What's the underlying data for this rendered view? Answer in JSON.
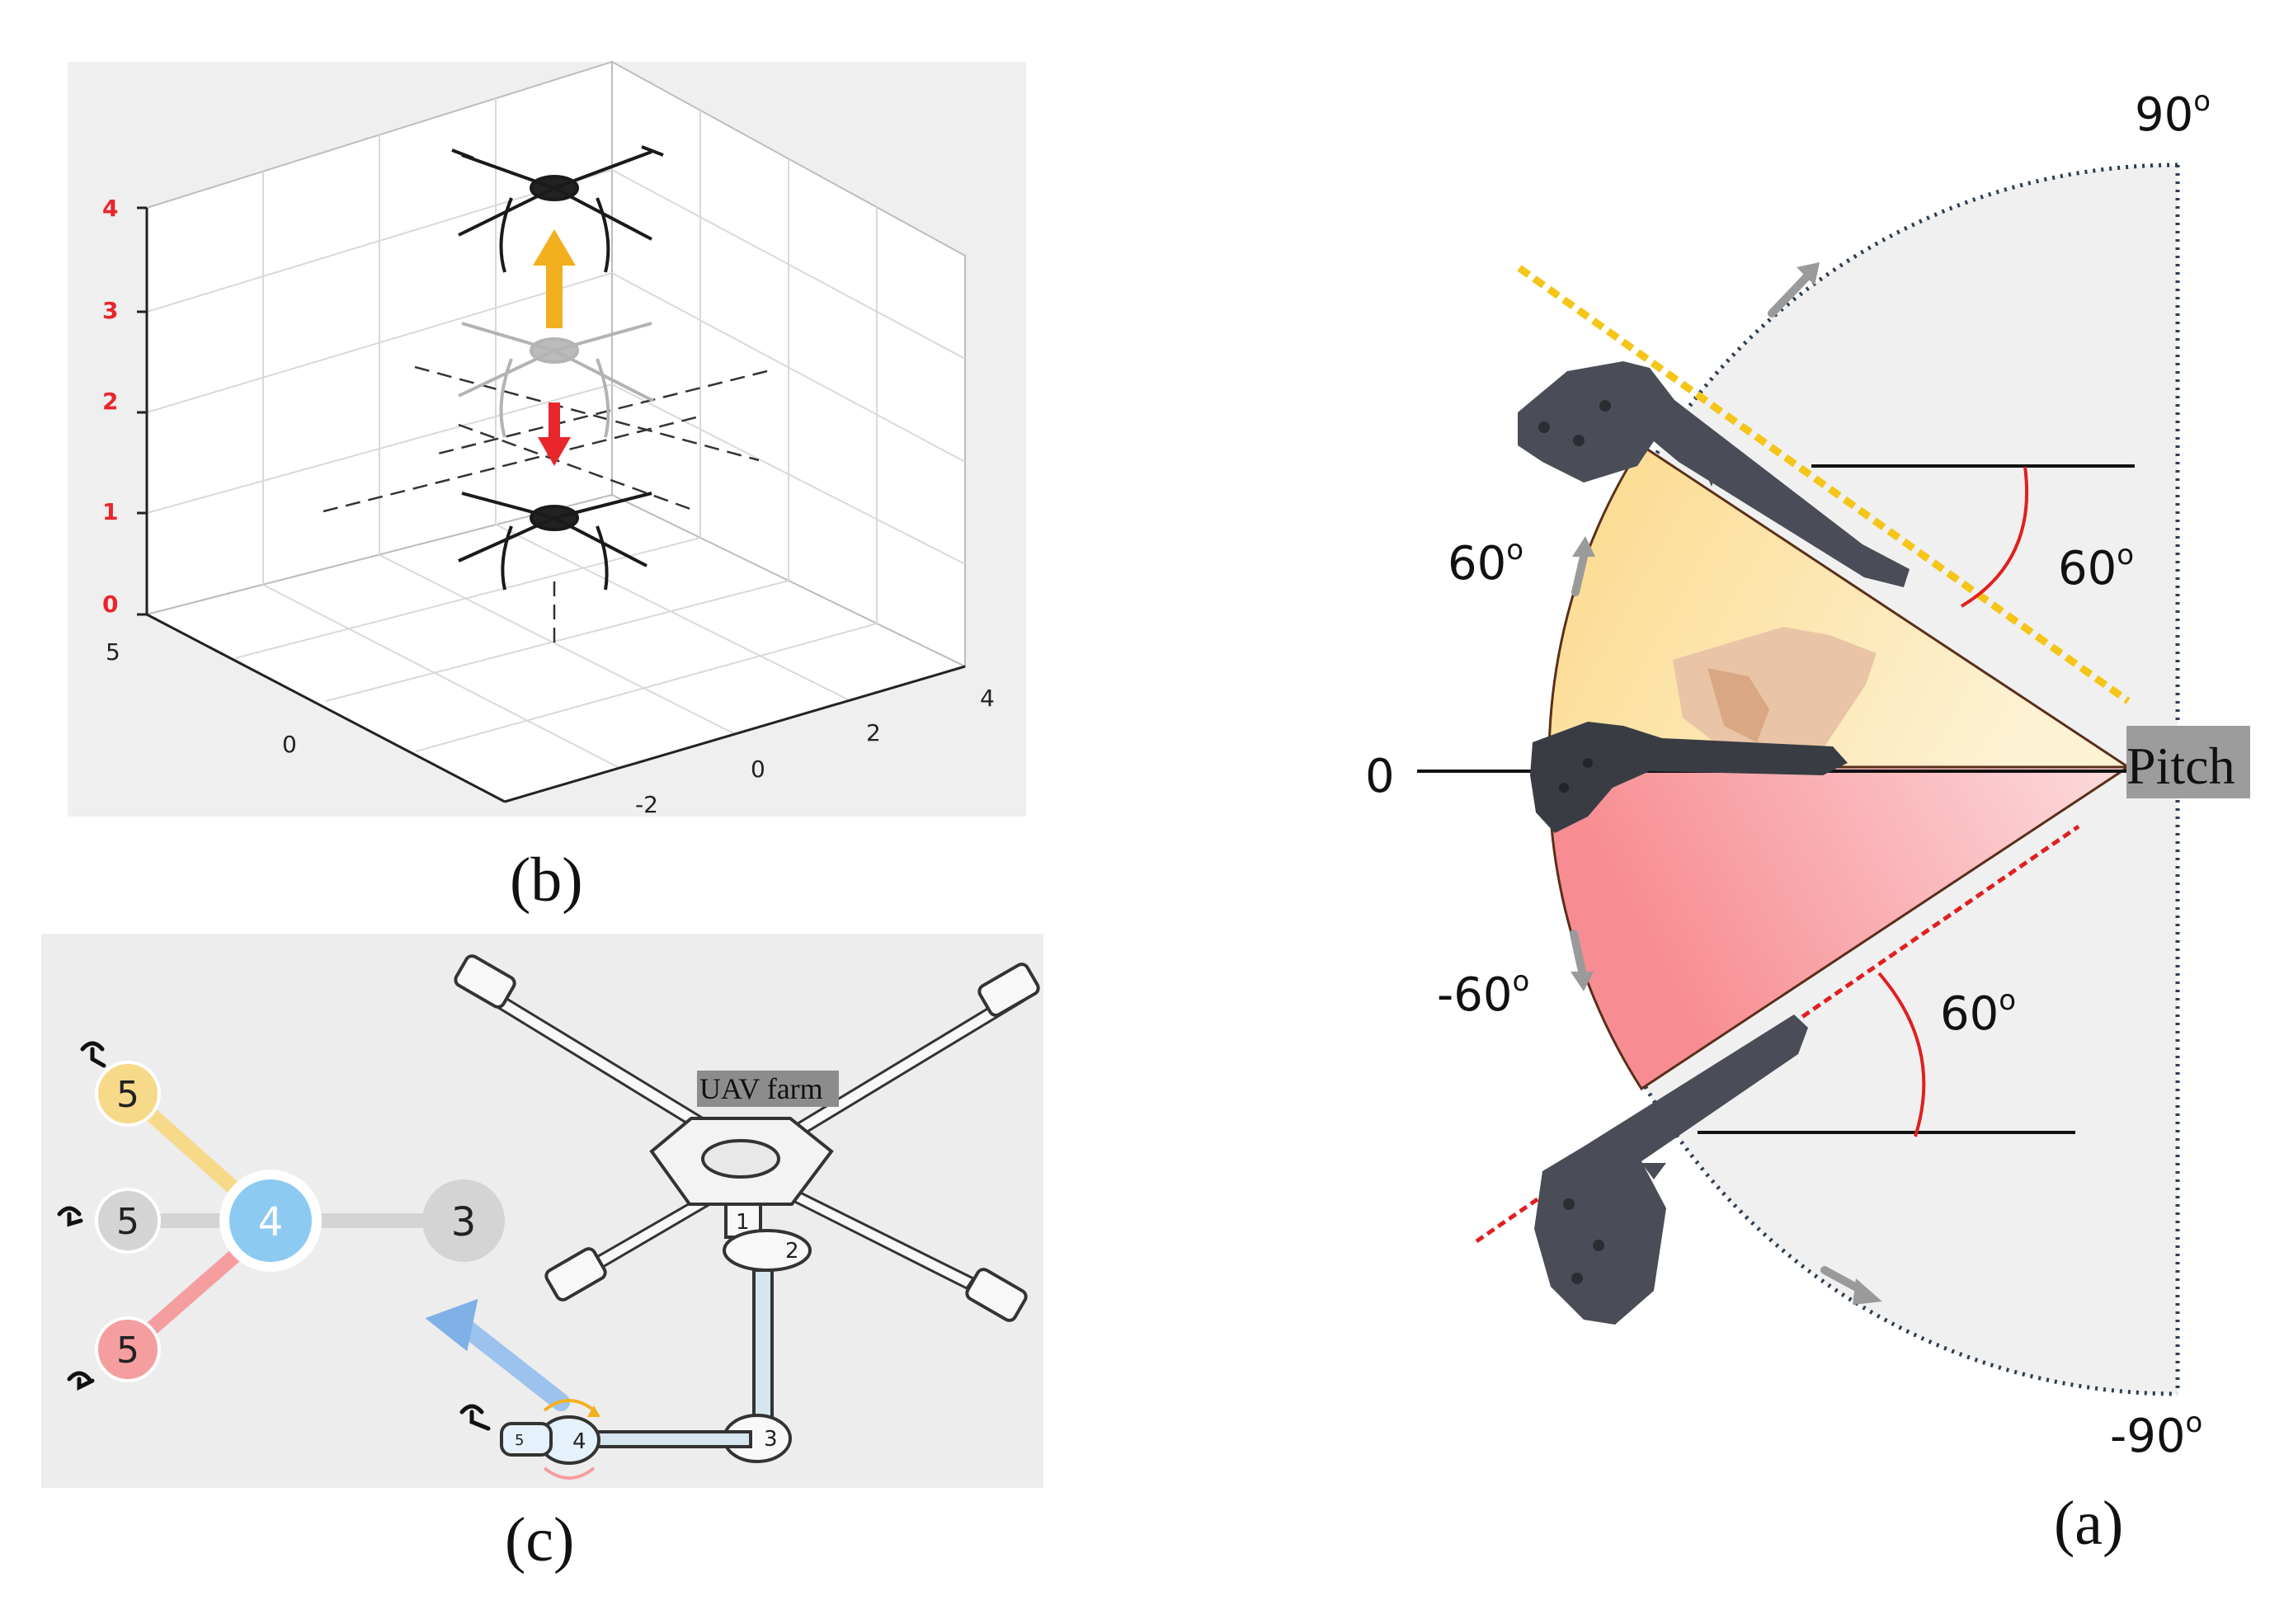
{
  "panel_b": {
    "caption": "(b)",
    "z_ticks": [
      "0",
      "1",
      "2",
      "3",
      "4"
    ],
    "y_ticks": [
      "5",
      "0"
    ],
    "x_ticks": [
      "-2",
      "0",
      "2",
      "4"
    ],
    "z_tick_color": "#e8262b",
    "arrow_up_color": "#f2b01e",
    "arrow_down_color": "#e8262b",
    "icons": [
      "drone-icon",
      "drone-icon",
      "drone-icon"
    ]
  },
  "panel_c": {
    "caption": "(c)",
    "label": "UAV farm",
    "tree_nodes": [
      "5",
      "5",
      "4",
      "3",
      "5"
    ],
    "joint_numbers": [
      "1",
      "2",
      "3",
      "4",
      "5"
    ],
    "colors": {
      "yellow": "#f7d98a",
      "gray": "#d4d4d4",
      "blue": "#8ccaf2",
      "red": "#f59ea0",
      "arrow": "#7fb0e6"
    },
    "icons": [
      "gripper-icon",
      "quadcopter-frame-icon",
      "rotation-icon"
    ]
  },
  "panel_a": {
    "caption": "(a)",
    "pitch_label": "Pitch",
    "angle_top": "90",
    "angle_bottom": "-90",
    "angle_zero": "0",
    "angle_left_upper": "60",
    "angle_left_lower": "-60",
    "angle_right_upper": "60",
    "angle_right_lower": "60",
    "degree_symbol": "o",
    "colors": {
      "upper_wedge": "#fbe3a6",
      "lower_wedge": "#f7a1a5",
      "yellow_dash": "#f5c518",
      "red_dash": "#e02020",
      "angle_arc": "#e0201f",
      "dotted_arc": "#2c3e50"
    },
    "icons": [
      "vr-controller-icon",
      "hand-holding-controller-icon",
      "vr-controller-icon"
    ]
  }
}
